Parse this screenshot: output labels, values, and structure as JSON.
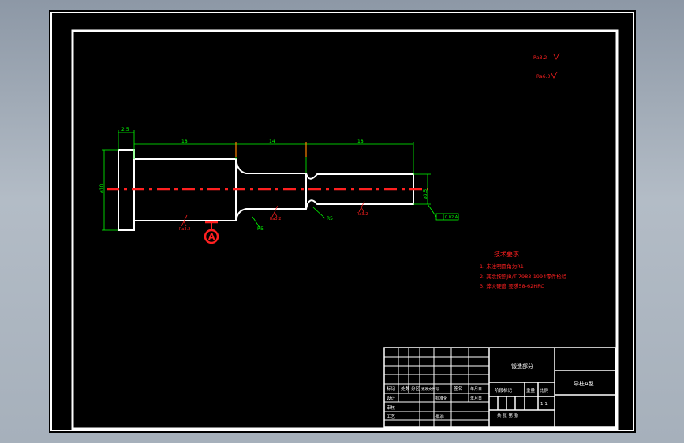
{
  "colors": {
    "sheet": "#000000",
    "outline": "#ffffff",
    "centerline": "#ff2020",
    "dimension": "#00ff00",
    "tangent_marks": "#ff8000"
  },
  "dimensions": {
    "flange": "2.5",
    "seg1": "18",
    "seg2": "14",
    "seg3": "18",
    "left_dia": "ø10",
    "right_dia": "ø3.5"
  },
  "fillets": {
    "r1": "R5",
    "r2": "R5"
  },
  "roughness": {
    "top_1": "Ra3.2",
    "top_2": "Ra6.3",
    "s1": "Ra3.2",
    "s2": "Ra3.2",
    "s3": "Ra3.2"
  },
  "datum": {
    "letter": "A"
  },
  "tolerance_frame": "0.02 A",
  "tech": {
    "title": "技术要求",
    "items": [
      "1. 未注明圆角为R1",
      "2. 其余按照JB/T 7983-1994零件检验",
      "3. 淬火硬度 要求58-62HRC"
    ]
  },
  "title_block": {
    "center_label": "锻造部分",
    "part_name": "导柱A型",
    "rev_headers": [
      "标记",
      "处数",
      "分区",
      "更改文件号",
      "签名",
      "年月日"
    ],
    "design_row": [
      "设计",
      "",
      "",
      "标准化",
      "",
      "年月日"
    ],
    "stage_label": "阶段标记",
    "weight_label": "重量",
    "scale_label": "比例",
    "scale_value": "1:1",
    "check_label": "审核",
    "craft_label": "工艺",
    "approve_label": "批准",
    "sheets_text": "共  张  第  张"
  }
}
